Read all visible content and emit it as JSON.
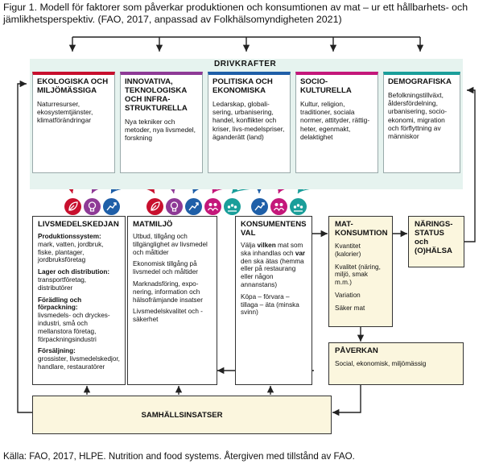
{
  "caption": "Figur 1. Modell för faktorer som påverkar produktionen och konsumtionen av mat – ur ett hållbarhets- och jämlikhetsperspektiv. (FAO, 2017, anpassad av Folkhälsomyndigheten 2021)",
  "drivers_label": "DRIVKRAFTER",
  "drivers": [
    {
      "title": "EKOLOGISKA OCH MILJÖMÄSSIGA",
      "body": "Naturresurser, ekosystemtjänster, klimatförändringar",
      "color": "#c8102e",
      "icon": "leaf-icon"
    },
    {
      "title": "INNOVATIVA, TEKNOLOGISKA OCH INFRA-STRUKTURELLA",
      "body": "Nya tekniker och metoder, nya livsmedel, forskning",
      "color": "#8e3a96",
      "icon": "lightbulb-icon"
    },
    {
      "title": "POLITISKA OCH EKONOMISKA",
      "body": "Ledarskap, globali-sering, urbanisering, handel, konflikter och kriser, livs-medelspriser, äganderätt (land)",
      "color": "#1f5fa8",
      "icon": "trend-icon"
    },
    {
      "title": "SOCIO-KULTURELLA",
      "body": "Kultur, religion, traditioner, sociala normer, attityder, rättig-heter, egenmakt, delaktighet",
      "color": "#c4177a",
      "icon": "people-icon"
    },
    {
      "title": "DEMOGRAFISKA",
      "body": "Befolkningstillväxt, åldersfördelning, urbanisering, socio-ekonomi, migration och förflyttning av människor",
      "color": "#1a9e9a",
      "icon": "population-icon"
    }
  ],
  "supply": {
    "title": "LIVSMEDELSKEDJAN",
    "items": [
      {
        "label": "Produktionssystem:",
        "text": "mark, vatten, jordbruk, fiske, plantager, jordbruksföretag"
      },
      {
        "label": "Lager och distribution:",
        "text": "transportföretag, distributörer"
      },
      {
        "label": "Förädling och förpackning:",
        "text": "livsmedels- och dryckes-industri, små och mellanstora företag, förpackningsindustri"
      },
      {
        "label": "Försäljning:",
        "text": "grossister, livsmedelskedjor, handlare, restauratörer"
      }
    ]
  },
  "environment": {
    "title": "MATMILJÖ",
    "paras": [
      "Utbud, tillgång och tillgänglighet av livsmedel och måltider",
      "Ekonomisk tillgång på livsmedel och måltider",
      "Marknadsföring, expo-nering, information och hälsofrämjande insatser",
      "Livsmedelskvalitet och -säkerhet"
    ]
  },
  "consumer": {
    "title": "KONSUMENTENS VAL",
    "p1_a": "Välja ",
    "p1_b": "vilken",
    "p1_c": " mat som ska inhandlas och ",
    "p1_d": "var",
    "p1_e": " den ska ätas (hemma eller på restaurang eller någon annanstans)",
    "p2": "Köpa – förvara – tillaga – äta (minska svinn)"
  },
  "consumption": {
    "title": "MAT-KONSUMTION",
    "paras": [
      "Kvantitet (kalorier)",
      "Kvalitet (näring, miljö, smak m.m.)",
      "Variation",
      "Säker mat"
    ]
  },
  "nutrition": {
    "title": "NÄRINGS-STATUS och (O)HÄLSA"
  },
  "impact": {
    "title": "PÅVERKAN",
    "body": "Social, ekonomisk, miljömässig"
  },
  "society": {
    "title": "SAMHÄLLSINSATSER"
  },
  "source": "Källa: FAO, 2017, HLPE. Nutrition and food systems. Återgiven med tillstånd av FAO."
}
